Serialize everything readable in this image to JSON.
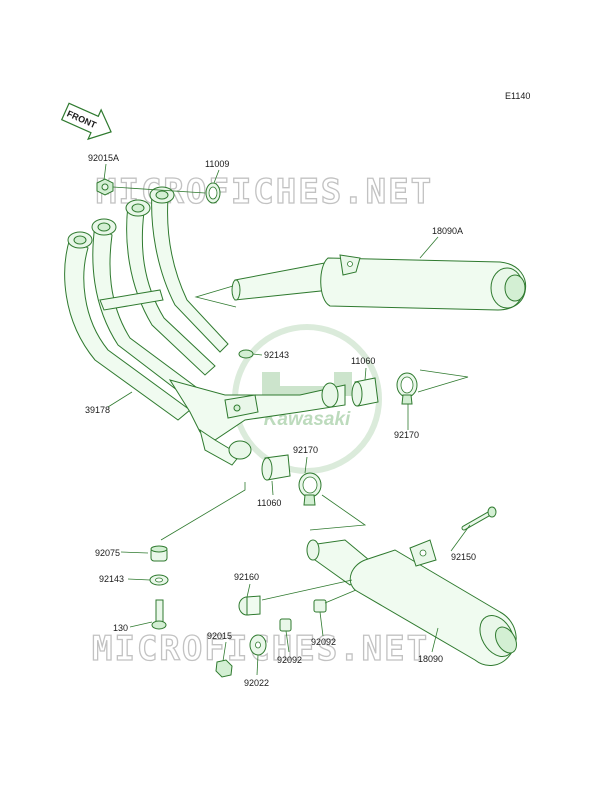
{
  "diagram": {
    "code": "E1140",
    "front_label": "FRONT",
    "watermark": "MICROFICHES.NET",
    "logo_text": "Kawasaki",
    "colors": {
      "line": "#2f7a2f",
      "fill": "#e9f7e9",
      "watermark": "#b8b8b8"
    }
  },
  "parts": [
    {
      "id": "p92015A",
      "number": "92015A"
    },
    {
      "id": "p11009",
      "number": "11009"
    },
    {
      "id": "p18090A",
      "number": "18090A"
    },
    {
      "id": "p92143a",
      "number": "92143"
    },
    {
      "id": "p11060a",
      "number": "11060"
    },
    {
      "id": "p39178",
      "number": "39178"
    },
    {
      "id": "p92170a",
      "number": "92170"
    },
    {
      "id": "p92170b",
      "number": "92170"
    },
    {
      "id": "p11060b",
      "number": "11060"
    },
    {
      "id": "p92075",
      "number": "92075"
    },
    {
      "id": "p92143b",
      "number": "92143"
    },
    {
      "id": "p130",
      "number": "130"
    },
    {
      "id": "p92160",
      "number": "92160"
    },
    {
      "id": "p92150",
      "number": "92150"
    },
    {
      "id": "p92015",
      "number": "92015"
    },
    {
      "id": "p92092a",
      "number": "92092"
    },
    {
      "id": "p92092b",
      "number": "92092"
    },
    {
      "id": "p92022",
      "number": "92022"
    },
    {
      "id": "p18090",
      "number": "18090"
    }
  ]
}
